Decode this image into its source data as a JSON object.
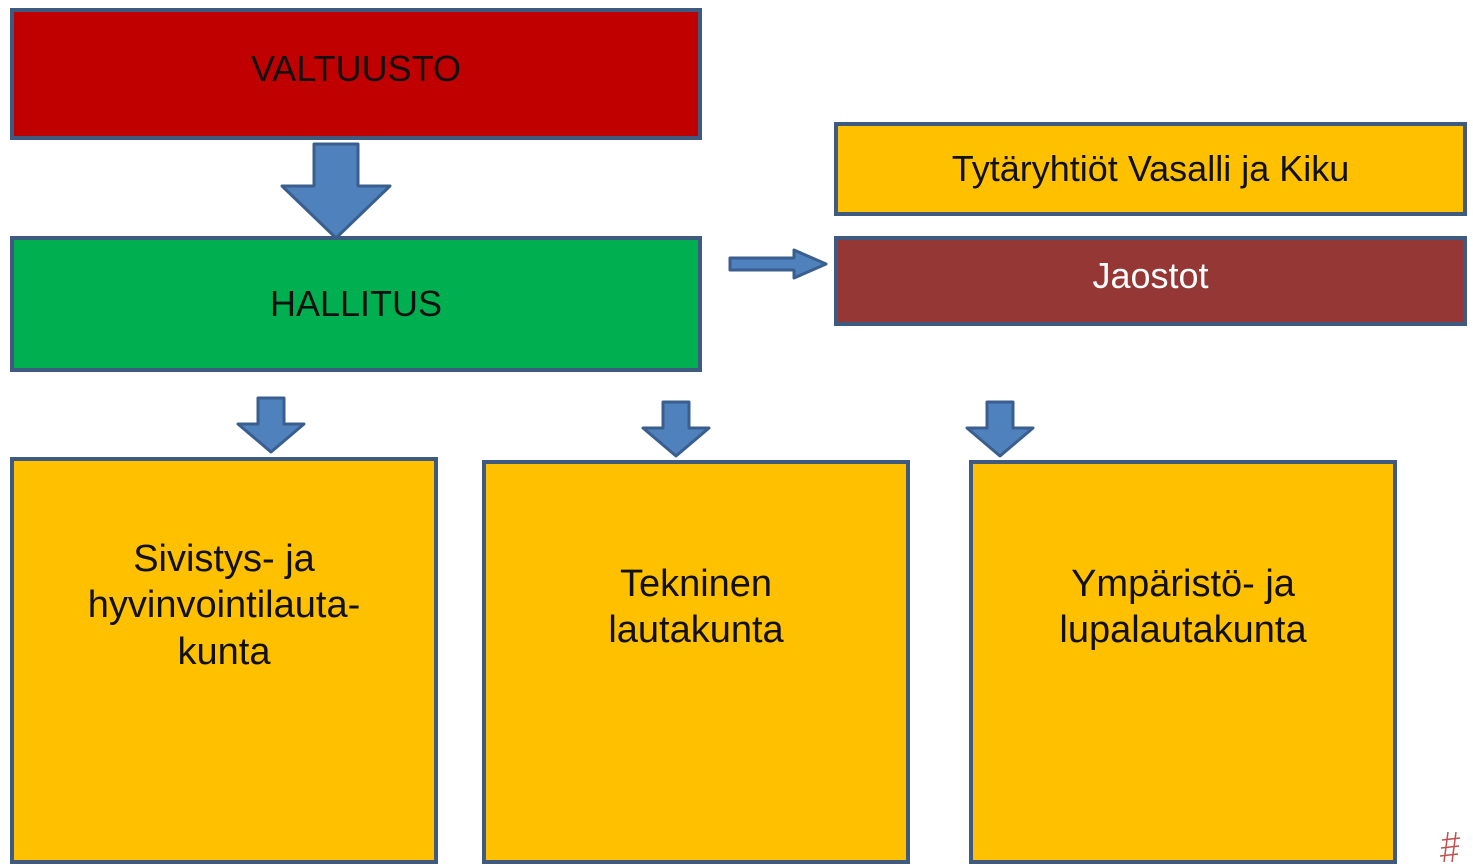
{
  "nodes": {
    "valtuusto": {
      "label": "VALTUUSTO",
      "color": "#c00000"
    },
    "hallitus": {
      "label": "HALLITUS",
      "color": "#00b050"
    },
    "tytaryhtiot": {
      "label": "Tytäryhtiöt Vasalli ja Kiku",
      "color": "#ffc000"
    },
    "jaostot": {
      "label": "Jaostot",
      "color": "#953735"
    },
    "sivistys": {
      "lines": [
        "Sivistys- ja",
        "hyvinvointilauta-",
        "kunta"
      ],
      "color": "#ffc000"
    },
    "tekninen": {
      "lines": [
        "Tekninen",
        "lautakunta"
      ],
      "color": "#ffc000"
    },
    "ymparisto": {
      "lines": [
        "Ympäristö- ja",
        "lupalautakunta"
      ],
      "color": "#ffc000"
    }
  },
  "edges": [
    {
      "from": "VALTUUSTO",
      "to": "HALLITUS"
    },
    {
      "from": "HALLITUS",
      "to": "Jaostot"
    },
    {
      "from": "HALLITUS",
      "to": "Sivistys- ja hyvinvointilautakunta"
    },
    {
      "from": "HALLITUS",
      "to": "Tekninen lautakunta"
    },
    {
      "from": "HALLITUS",
      "to": "Ympäristö- ja lupalautakunta"
    }
  ],
  "style": {
    "arrow_color": "#4f81bd",
    "arrow_outline": "#3a5f8f",
    "box_border": "#3f5a80"
  }
}
